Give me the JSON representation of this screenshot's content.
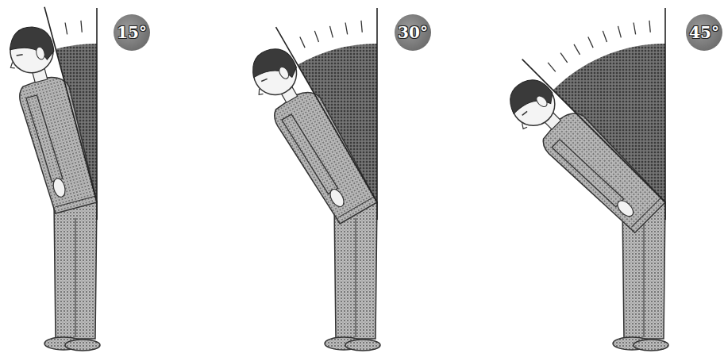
{
  "diagram": {
    "nodes": [
      {
        "text": [
          "15°"
        ]
      },
      {
        "text": [
          "30°"
        ]
      },
      {
        "text": [
          "45°"
        ]
      }
    ]
  }
}
